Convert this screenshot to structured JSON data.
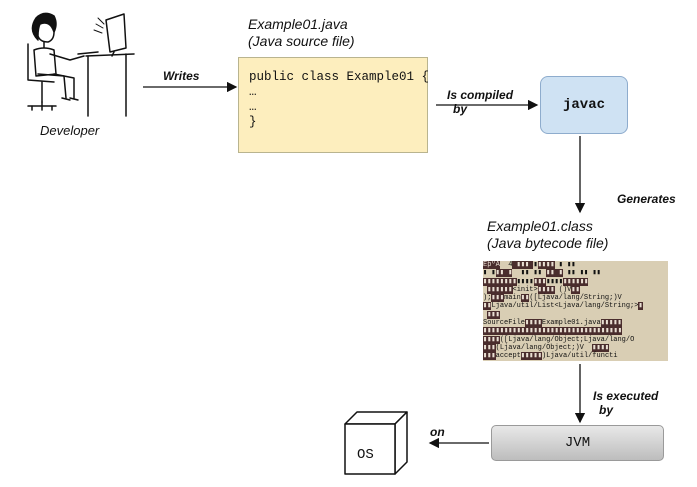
{
  "developer": {
    "label": "Developer"
  },
  "source_file": {
    "title_line1": "Example01.java",
    "title_line2": "(Java source file)",
    "code_lines": [
      "public class Example01 {",
      "…",
      "…",
      "}"
    ]
  },
  "edges": {
    "writes": "Writes",
    "compiled_line1": "Is compiled",
    "compiled_line2": "by",
    "generates": "Generates",
    "executed_line1": "Is executed",
    "executed_line2": "by",
    "on": "on"
  },
  "compiler": {
    "label": "javac"
  },
  "class_file": {
    "title_line1": "Example01.class",
    "title_line2": "(Java bytecode file)"
  },
  "jvm": {
    "label": "JVM"
  },
  "os": {
    "label": "OS"
  },
  "colors": {
    "source_box": "#fdeebe",
    "javac_box": "#cfe2f3",
    "bytecode_bg": "#d9ceb4",
    "bytecode_highlight": "#4a2d2d"
  }
}
